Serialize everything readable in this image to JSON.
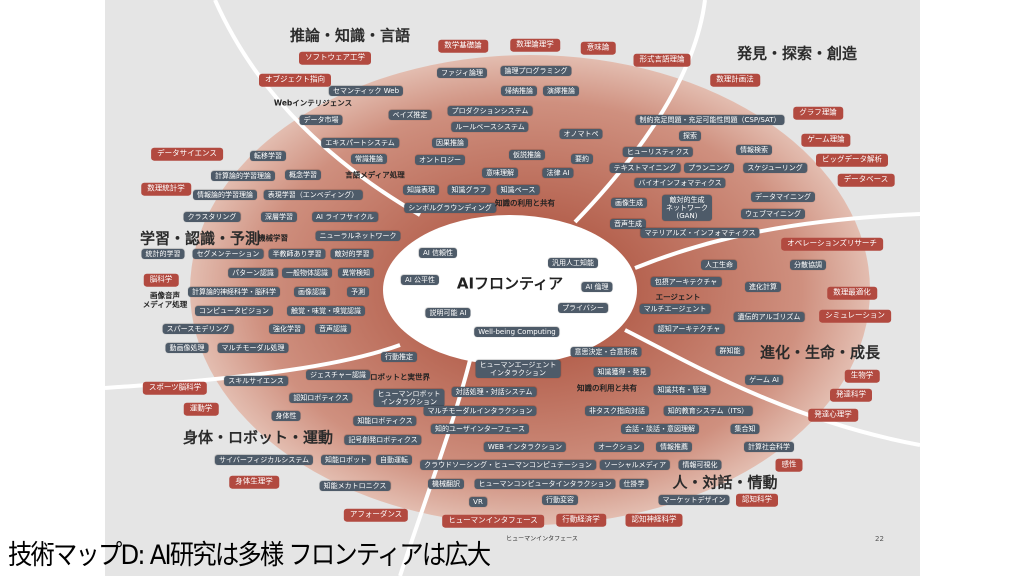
{
  "title": "技術マップD: AI研究は多様 フロンティアは広大",
  "page_number": "22",
  "center": {
    "title": "AIフロンティア",
    "topics": [
      "AI 信頼性",
      "汎用人工知能",
      "AI 公平性",
      "AI 倫理",
      "説明可能 AI",
      "プライバシー",
      "Well-being Computing"
    ]
  },
  "headings": [
    "推論・知識・言語",
    "発見・探索・創造",
    "学習・認識・予測",
    "進化・生命・成長",
    "身体・ロボット・運動",
    "人・対話・情動"
  ],
  "labels": [
    "Webインテリジェンス",
    "言語メディア処理",
    "知識の利用と共有",
    "機械学習",
    "画像音声\nメディア処理",
    "エージェント",
    "ロボットと実世界",
    "知識の利用と共有"
  ],
  "bottom_note": "ヒューマンインタフェース",
  "fields": [
    "ソフトウェア工学",
    "オブジェクト指向",
    "数学基礎論",
    "数理論理学",
    "意味論",
    "形式言語理論",
    "数理計画法",
    "グラフ理論",
    "ゲーム理論",
    "ビッグデータ解析",
    "データベース",
    "データサイエンス",
    "数理統計学",
    "脳科学",
    "オペレーションズリサーチ",
    "数理最適化",
    "シミュレーション",
    "生物学",
    "発達科学",
    "発達心理学",
    "スポーツ脳科学",
    "運動学",
    "感性",
    "身体生理学",
    "認知科学",
    "アフォーダンス",
    "ヒューマンインタフェース",
    "行動経済学",
    "認知神経科学"
  ],
  "topics": [
    "セマンティック Web",
    "ファジィ論理",
    "論理プログラミング",
    "帰納推論",
    "演繹推論",
    "ベイズ推定",
    "プロダクションシステム",
    "データ市場",
    "ルールベースシステム",
    "オノマトペ",
    "エキスパートシステム",
    "因果推論",
    "常識推論",
    "オントロジー",
    "仮説推論",
    "要約",
    "意味理解",
    "法律 AI",
    "知識表現",
    "知識グラフ",
    "知識ベース",
    "シンボルグラウンディング",
    "転移学習",
    "計算論的学習理論",
    "概念学習",
    "情報論的学習理論",
    "表現学習（エンベディング）",
    "クラスタリング",
    "深層学習",
    "AI ライフサイクル",
    "ニューラルネットワーク",
    "統計的学習",
    "セグメンテーション",
    "半教師あり学習",
    "敵対的学習",
    "パターン認識",
    "一般物体認識",
    "異常検知",
    "計算論的神経科学・脳科学",
    "画像認識",
    "予測",
    "コンピュータビジョン",
    "触覚・味覚・嗅覚認識",
    "スパースモデリング",
    "強化学習",
    "音声認識",
    "動画像処理",
    "マルチモーダル処理",
    "制約充足問題・充足可能性問題（CSP/SAT）",
    "探索",
    "ヒューリスティクス",
    "情報検索",
    "テキストマイニング",
    "プランニング",
    "スケジューリング",
    "バイオインフォマティクス",
    "データマイニング",
    "画像生成",
    "敵対的生成\nネットワーク\n(GAN)",
    "ウェブマイニング",
    "音声生成",
    "マテリアルズ・インフォマティクス",
    "人工生命",
    "分散協調",
    "包摂アーキテクチャ",
    "進化計算",
    "マルチエージェント",
    "遺伝的アルゴリズム",
    "認知アーキテクチャ",
    "群知能",
    "ゲーム AI",
    "行動推定",
    "意思決定・合意形成",
    "ヒューマンエージェント\nインタラクション",
    "知識獲得・発見",
    "ジェスチャー認識",
    "スキルサイエンス",
    "ヒューマンロボット\nインタラクション",
    "対話処理・対話システム",
    "知識共有・管理",
    "認知ロボティクス",
    "身体性",
    "知能ロボティクス",
    "マルチモーダルインタラクション",
    "非タスク指向対話",
    "知的教育システム（ITS）",
    "記号創発ロボティクス",
    "知的ユーザインターフェース",
    "会話・談話・意図理解",
    "集合知",
    "WEB インタラクション",
    "オークション",
    "情報推薦",
    "計算社会科学",
    "サイバーフィジカルシステム",
    "知能ロボット",
    "自動運転",
    "クラウドソーシング・ヒューマンコンピュテーション",
    "ソーシャルメディア",
    "情報可視化",
    "知能メカトロニクス",
    "機械翻訳",
    "ヒューマンコンピュータインタラクション",
    "仕掛学",
    "マーケットデザイン",
    "VR",
    "行動変容"
  ],
  "colors": {
    "topic": "#4e5b69",
    "field": "#b24a40",
    "region_inner": "#b8695a",
    "region_outer": "#e2b7a9",
    "slide_bg": "#e5e5e5"
  }
}
